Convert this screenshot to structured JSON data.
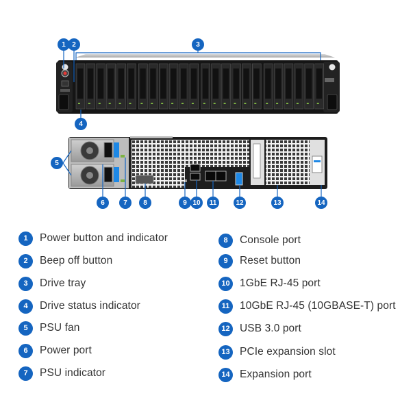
{
  "callouts": {
    "front": [
      "1",
      "2",
      "3",
      "4"
    ],
    "rear": [
      "5",
      "6",
      "7",
      "8",
      "9",
      "10",
      "11",
      "12",
      "13",
      "14"
    ]
  },
  "legend": {
    "left": [
      {
        "num": "1",
        "label": "Power button and indicator"
      },
      {
        "num": "2",
        "label": "Beep off button"
      },
      {
        "num": "3",
        "label": "Drive tray"
      },
      {
        "num": "4",
        "label": "Drive status indicator"
      },
      {
        "num": "5",
        "label": "PSU fan"
      },
      {
        "num": "6",
        "label": "Power port"
      },
      {
        "num": "7",
        "label": "PSU indicator"
      }
    ],
    "right": [
      {
        "num": "8",
        "label": "Console port"
      },
      {
        "num": "9",
        "label": "Reset button"
      },
      {
        "num": "10",
        "label": "1GbE RJ-45 port"
      },
      {
        "num": "11",
        "label": "10GbE RJ-45 (10GBASE-T) port"
      },
      {
        "num": "12",
        "label": "USB 3.0 port"
      },
      {
        "num": "13",
        "label": "PCIe expansion slot"
      },
      {
        "num": "14",
        "label": "Expansion port"
      }
    ]
  },
  "colors": {
    "accent": "#1565c0",
    "chassis": "#1a1a1a",
    "panel": "#2b2b2b"
  }
}
